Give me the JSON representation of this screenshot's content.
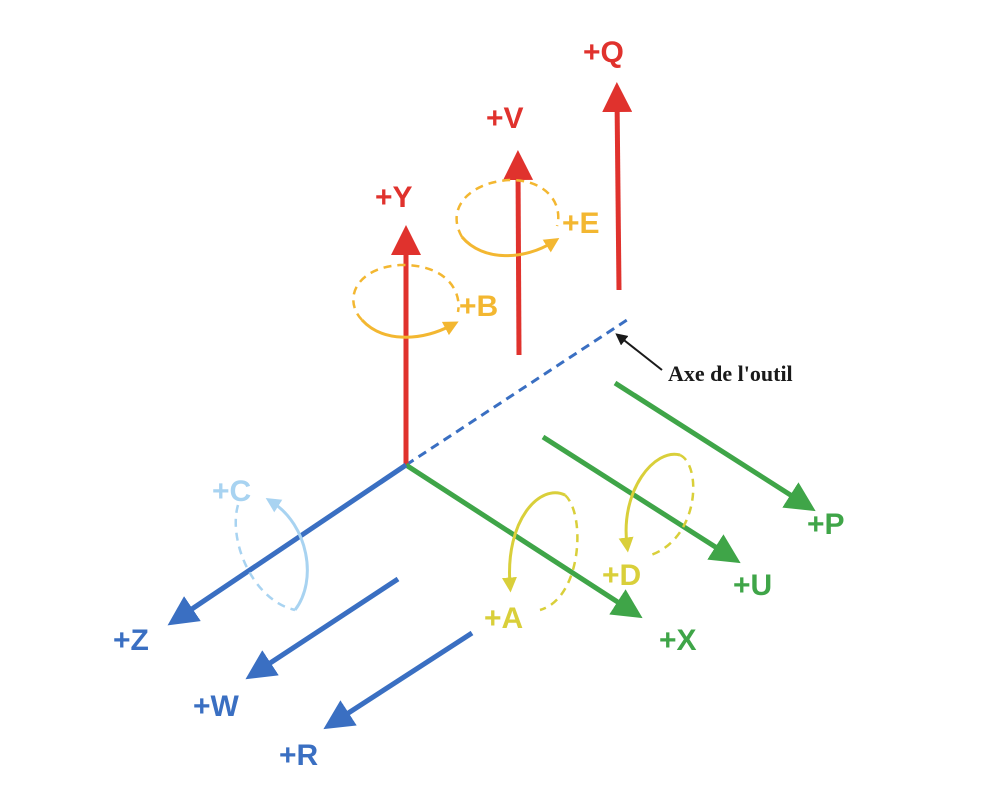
{
  "colors": {
    "red": "#e0322d",
    "blue": "#3a6fc2",
    "green": "#3fa548",
    "orange": "#f3b731",
    "yellow": "#d9cf3a",
    "lightblue": "#a8d3f1",
    "black": "#1a1a1a"
  },
  "axes": {
    "y": "+Y",
    "v": "+V",
    "q": "+Q",
    "x": "+X",
    "u": "+U",
    "p": "+P",
    "z": "+Z",
    "w": "+W",
    "r": "+R"
  },
  "rotations": {
    "a": "+A",
    "b": "+B",
    "c": "+C",
    "d": "+D",
    "e": "+E"
  },
  "tool_axis_label": "Axe de l'outil"
}
